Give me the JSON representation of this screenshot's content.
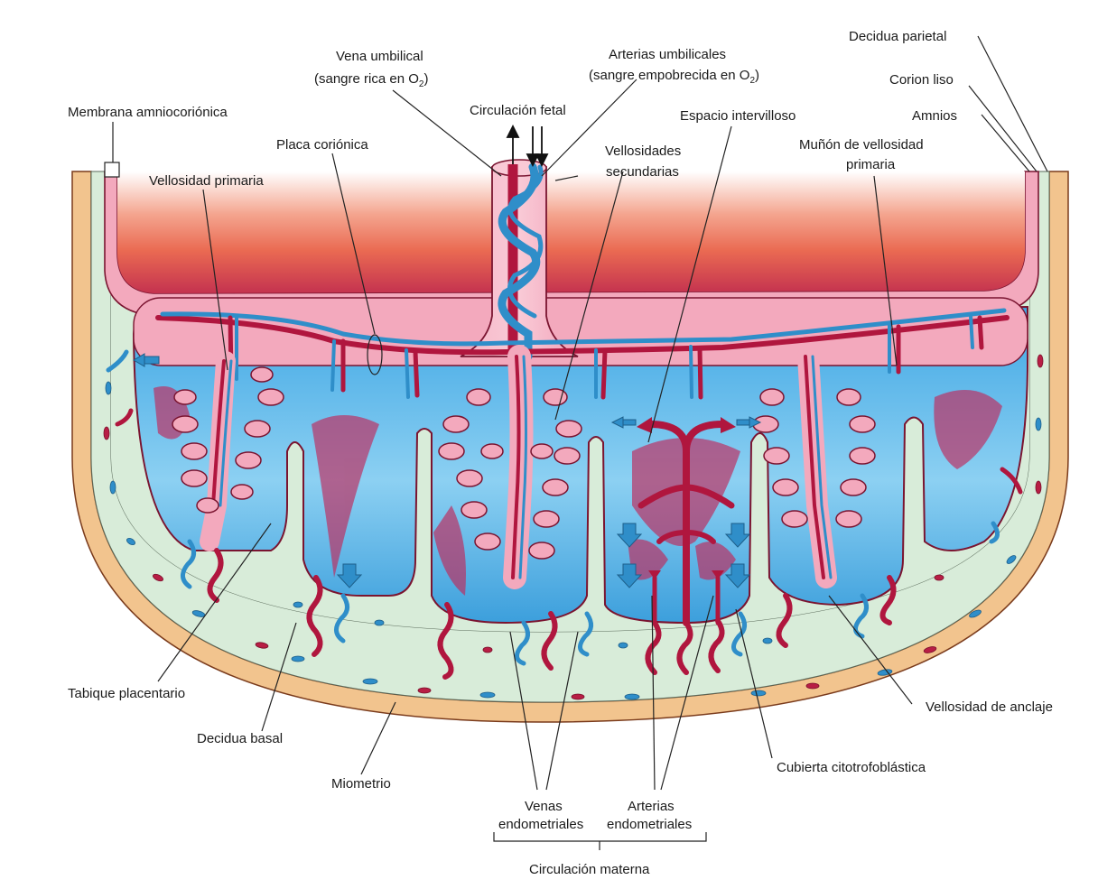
{
  "labels": {
    "membrana_amniocorionica": "Membrana amniocoriónica",
    "vellosidad_primaria": "Vellosidad primaria",
    "placa_corionica": "Placa coriónica",
    "vena_umbilical_1": "Vena umbilical",
    "vena_umbilical_2": "(sangre rica en O",
    "vena_umbilical_sub": "2",
    "vena_umbilical_close": ")",
    "circulacion_fetal": "Circulación fetal",
    "arterias_umbilicales_1": "Arterias umbilicales",
    "arterias_umbilicales_2": "(sangre empobrecida en O",
    "arterias_umbilicales_sub": "2",
    "arterias_umbilicales_close": ")",
    "vellosidades_secundarias_1": "Vellosidades",
    "vellosidades_secundarias_2": "secundarias",
    "espacio_intervilloso": "Espacio intervilloso",
    "munon_1": "Muñón de vellosidad",
    "munon_2": "primaria",
    "decidua_parietal": "Decidua parietal",
    "corion_liso": "Corion liso",
    "amnios": "Amnios",
    "tabique_placentario": "Tabique placentario",
    "decidua_basal": "Decidua basal",
    "miometrio": "Miometrio",
    "venas_endometriales_1": "Venas",
    "venas_endometriales_2": "endometriales",
    "arterias_endometriales_1": "Arterias",
    "arterias_endometriales_2": "endometriales",
    "circulacion_materna": "Circulación materna",
    "cubierta_citotrofoblastica": "Cubierta citotrofoblástica",
    "vellosidad_de_anclaje": "Vellosidad de anclaje"
  },
  "colors": {
    "myometrium": "#f2c48e",
    "decidua": "#d8ecd9",
    "chorionic_plate": "#f3a9bd",
    "amniotic_top": "#ffffff",
    "amniotic_mid": "#f08a70",
    "amniotic_bottom": "#c2284a",
    "intervillous": "#7cc6ef",
    "maternal_blood": "#c0285a",
    "artery": "#b0163e",
    "vein": "#2f8ec9"
  }
}
